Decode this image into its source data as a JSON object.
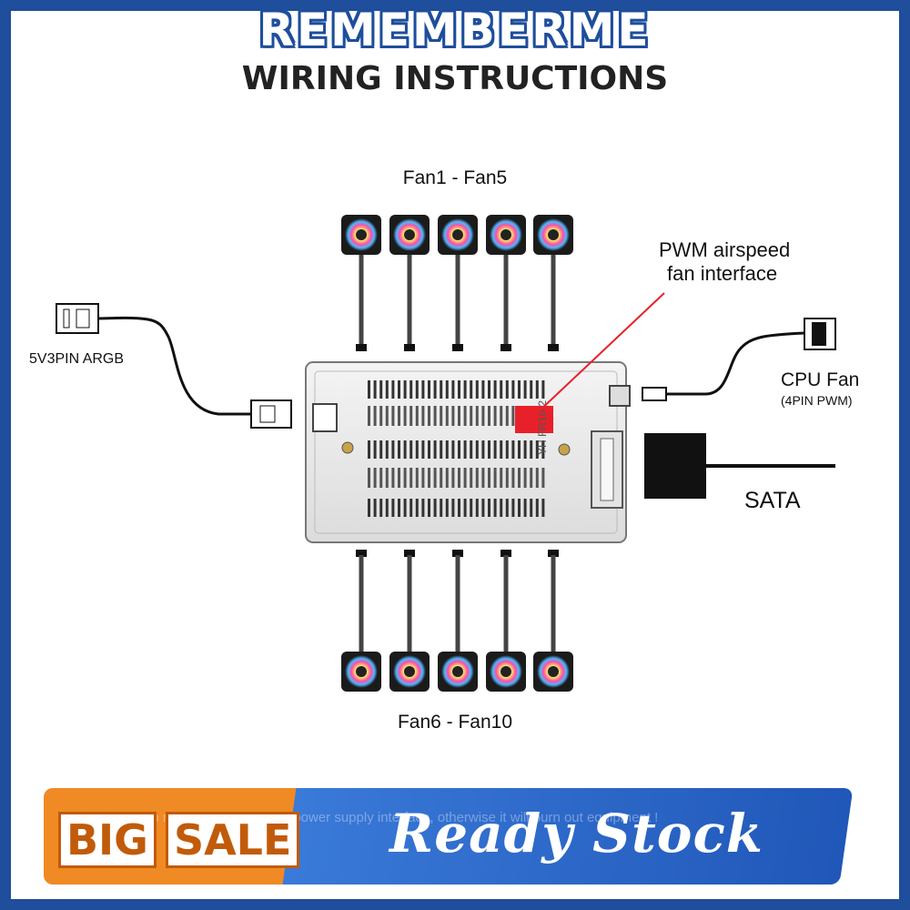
{
  "header": {
    "brand": "REMEMBERME",
    "subtitle": "WIRING INSTRUCTIONS"
  },
  "diagram": {
    "fans_top_label": "Fan1 - Fan5",
    "fans_bottom_label": "Fan6 - Fan10",
    "pwm_label_line1": "PWM airspeed",
    "pwm_label_line2": "fan interface",
    "argb_label": "5V3PIN ARGB",
    "cpu_fan_label": "CPU Fan",
    "cpu_fan_sub": "(4PIN PWM)",
    "sata_label": "SATA",
    "board_model": "YH FR10-2",
    "fan_count_top": 5,
    "fan_count_bottom": 5,
    "colors": {
      "border": "#1e4e9c",
      "pwm_highlight": "#e8202a",
      "banner_orange": "#f08a24",
      "banner_blue": "#2f6bd0"
    }
  },
  "banner": {
    "big": "BIG",
    "sale": "SALE",
    "ready_stock": "Ready Stock",
    "warning": "Please do not plug in the wrong power supply interface, otherwise it will burn out equipment !"
  }
}
